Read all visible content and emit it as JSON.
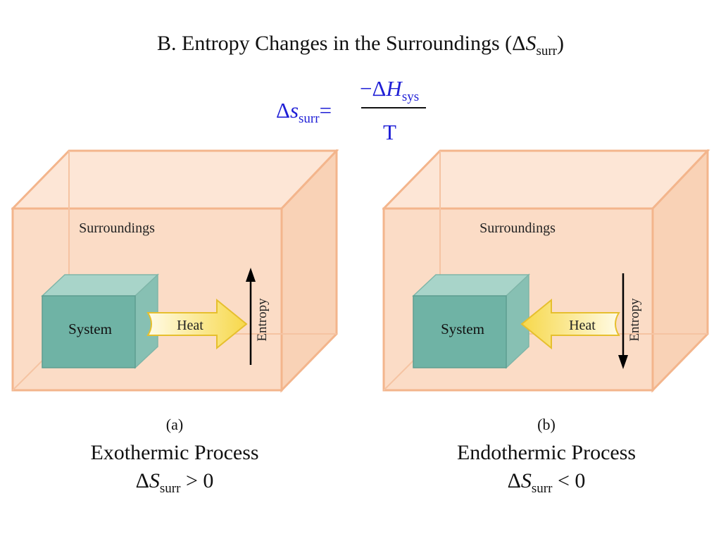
{
  "title": {
    "prefix": "B. Entropy Changes in the Surroundings (",
    "delta": "Δ",
    "symbol": "S",
    "subscript": "surr",
    "suffix": ")"
  },
  "formula": {
    "lhs_delta": "Δ",
    "lhs_symbol": "s",
    "lhs_subscript": "surr",
    "equals": "=",
    "numerator_sign": "−Δ",
    "numerator_symbol": "H",
    "numerator_subscript": "sys",
    "denominator": "T",
    "color": "#1f1fd6"
  },
  "panels": [
    {
      "surroundings_label": "Surroundings",
      "system_label": "System",
      "heat_label": "Heat",
      "entropy_label": "Entropy",
      "caption": "(a)",
      "process": "Exothermic Process",
      "relation_delta": "Δ",
      "relation_symbol": "S",
      "relation_subscript": "surr",
      "relation_rest": " > 0",
      "heat_direction": "out",
      "entropy_direction": "up"
    },
    {
      "surroundings_label": "Surroundings",
      "system_label": "System",
      "heat_label": "Heat",
      "entropy_label": "Entropy",
      "caption": "(b)",
      "process": "Endothermic Process",
      "relation_delta": "Δ",
      "relation_symbol": "S",
      "relation_subscript": "surr",
      "relation_rest": " < 0",
      "heat_direction": "in",
      "entropy_direction": "down"
    }
  ],
  "colors": {
    "box_fill": "#fbdcc6",
    "box_edge": "#f3b58c",
    "system_front": "#6fb3a5",
    "system_top": "#a8d4c9",
    "system_side": "#87c0b3",
    "heat_fill": "#f8e06a"
  }
}
